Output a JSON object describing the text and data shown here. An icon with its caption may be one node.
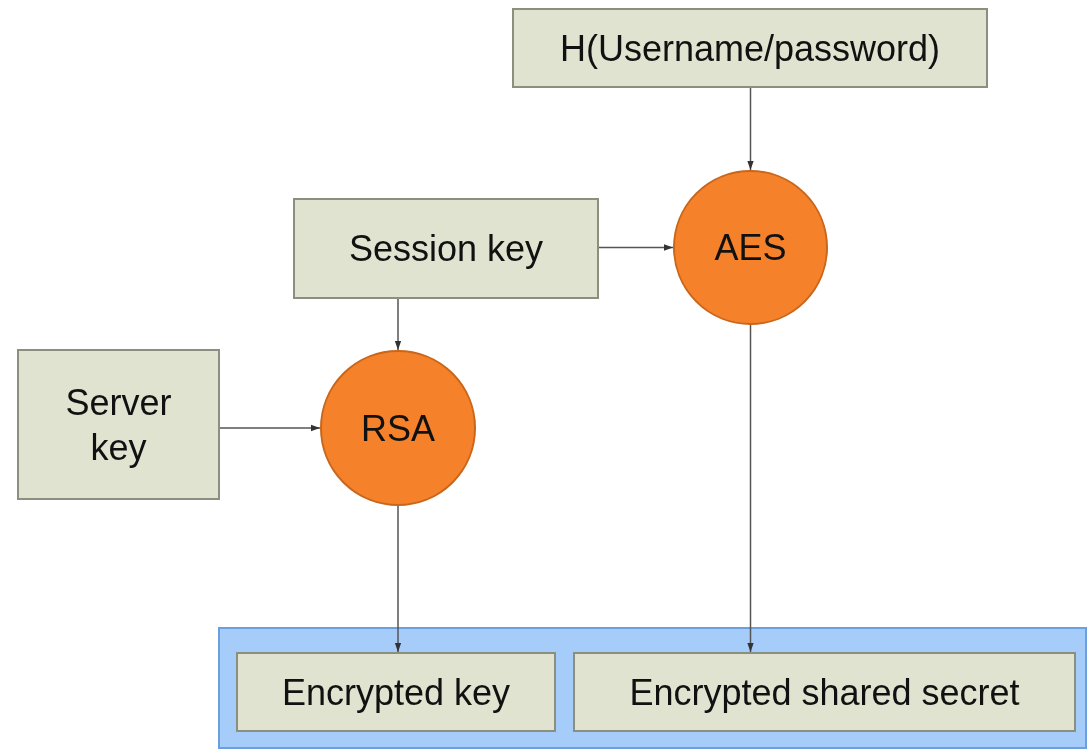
{
  "diagram": {
    "nodes": [
      {
        "text": [
          "H(Username/password)"
        ]
      },
      {
        "text": [
          "Session key"
        ]
      },
      {
        "text": [
          "AES"
        ]
      },
      {
        "text": [
          "Server key"
        ]
      },
      {
        "text": [
          "RSA"
        ]
      },
      {
        "text": [],
        "shape": "box"
      },
      {
        "text": [
          "Encrypted key"
        ],
        "in": 5
      },
      {
        "text": [
          "Encrypted shared secret"
        ],
        "in": 5
      }
    ],
    "edges": [
      {
        "from": 0,
        "to": 2,
        "arrow": "to"
      },
      {
        "from": 1,
        "to": 2,
        "arrow": "to"
      },
      {
        "from": 1,
        "to": 4,
        "arrow": "to"
      },
      {
        "from": 3,
        "to": 4,
        "arrow": "to"
      },
      {
        "from": 4,
        "to": 6,
        "arrow": "to"
      },
      {
        "from": 2,
        "to": 7,
        "arrow": "to"
      }
    ]
  }
}
